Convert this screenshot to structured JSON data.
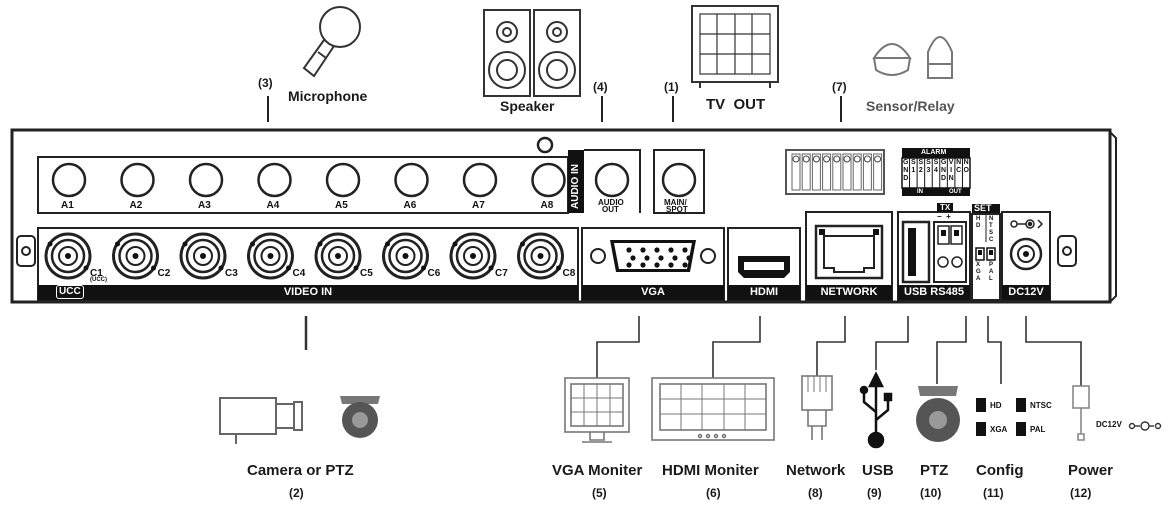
{
  "labels": {
    "microphone": "Microphone",
    "speaker": "Speaker",
    "tv_out": "TV  OUT",
    "sensor_relay": "Sensor/Relay",
    "camera_ptz": "Camera or PTZ",
    "vga_monitor": "VGA Moniter",
    "hdmi_monitor": "HDMI Moniter",
    "network": "Network",
    "usb": "USB",
    "ptz": "PTZ",
    "config": "Config",
    "power": "Power",
    "dc12v_plug": "DC12V"
  },
  "numbers": {
    "n1": "(1)",
    "n2": "(2)",
    "n3": "(3)",
    "n4": "(4)",
    "n5": "(5)",
    "n6": "(6)",
    "n7": "(7)",
    "n8": "(8)",
    "n9": "(9)",
    "n10": "(10)",
    "n11": "(11)",
    "n12": "(12)"
  },
  "panel": {
    "audio_in_ports": [
      "A1",
      "A2",
      "A3",
      "A4",
      "A5",
      "A6",
      "A7",
      "A8"
    ],
    "audio_in_label": "AUDIO IN",
    "audio_out_label_1": "AUDIO",
    "audio_out_label_2": "OUT",
    "main_spot_1": "MAIN/",
    "main_spot_2": "SPOT",
    "video_in_ports": [
      "C1",
      "C2",
      "C3",
      "C4",
      "C5",
      "C6",
      "C7",
      "C8"
    ],
    "ucc_sub": "(UCC)",
    "ucc_badge": "UCC",
    "video_in_label": "VIDEO IN",
    "vga_label": "VGA",
    "hdmi_label": "HDMI",
    "network_label": "NETWORK",
    "usb_rs485_label": "USB RS485",
    "dc12v_label": "DC12V",
    "alarm_label": "ALARM",
    "alarm_pins": [
      "G N D",
      "S 1",
      "S 2",
      "S 3",
      "S 4",
      "G N D",
      "V I N",
      "N C",
      "N O"
    ],
    "alarm_in": "IN",
    "alarm_out": "OUT",
    "set_label": "SET",
    "tx_label": "TX",
    "tx_polarity": "−  +",
    "set_hd": "H D",
    "set_ntsc": "N T S C",
    "set_xga": "X G A",
    "set_pal": "P A L"
  },
  "config_legend": {
    "hd": "HD",
    "xga": "XGA",
    "ntsc": "NTSC",
    "pal": "PAL"
  }
}
